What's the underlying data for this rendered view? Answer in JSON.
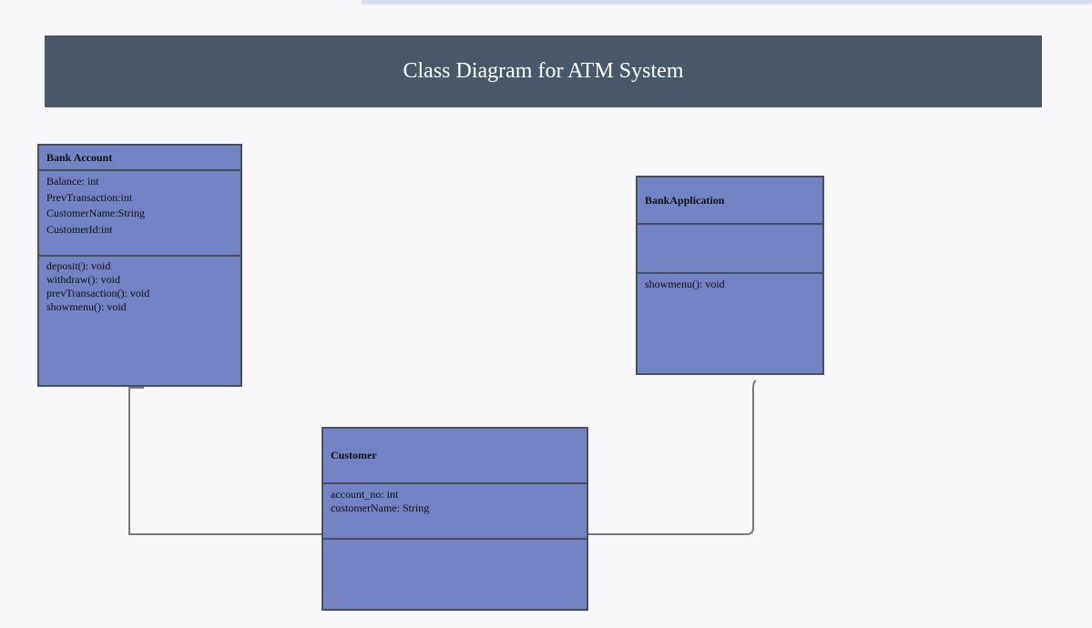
{
  "title": "Class Diagram for ATM System",
  "classes": {
    "bank_account": {
      "name": "Bank Account",
      "attributes": [
        "Balance: int",
        "PrevTransaction:int",
        "CustomerName:String",
        "CustomerId:int"
      ],
      "methods": [
        "deposit(): void",
        "withdraw(): void",
        "prevTransaction(): void",
        "showmenu(): void"
      ]
    },
    "bank_application": {
      "name": "BankApplication",
      "attributes": [],
      "methods": [
        "showmenu(): void"
      ]
    },
    "customer": {
      "name": "Customer",
      "attributes": [
        "account_no: int",
        "customerName: String"
      ],
      "methods": []
    }
  },
  "connections": [
    {
      "from": "Bank Account",
      "to": "Customer"
    },
    {
      "from": "Customer",
      "to": "BankApplication"
    }
  ],
  "colors": {
    "banner": "#485866",
    "class_fill": "#7483c3",
    "class_border": "#4a4f5e",
    "connector": "#7a7a7a",
    "background": "#f8f8fb"
  }
}
